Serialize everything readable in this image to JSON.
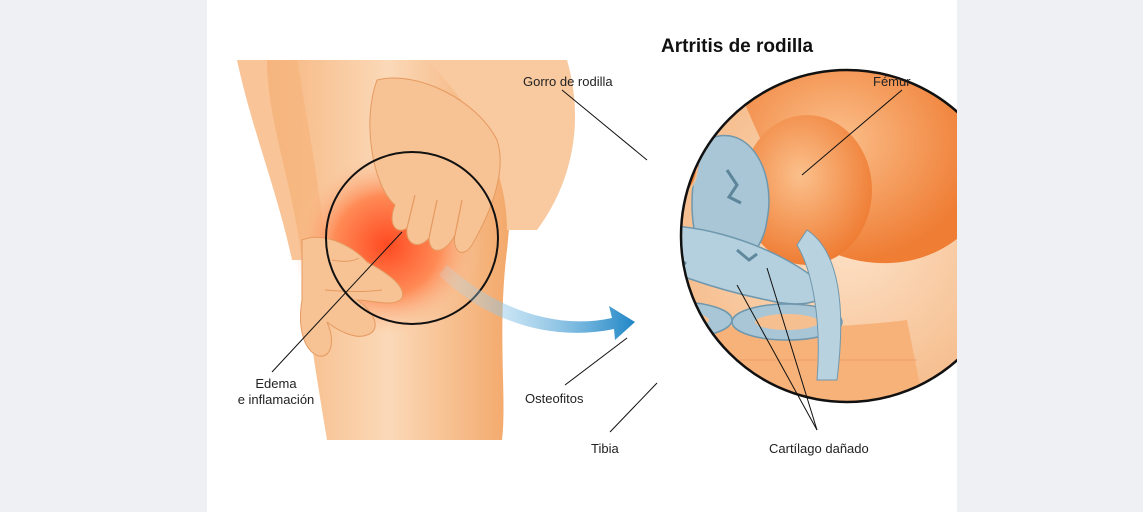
{
  "diagram": {
    "title": "Artritis de rodilla",
    "labels": {
      "kneecap": "Gorro de rodilla",
      "femur": "Fémur",
      "swelling_line1": "Edema",
      "swelling_line2": "e inflamación",
      "osteophytes": "Osteofitos",
      "tibia": "Tibia",
      "cartilage": "Cartílago dañado"
    },
    "colors": {
      "skin": "#f7c79a",
      "skin_dark": "#f0a566",
      "inflammation": "#ff5a2e",
      "bone": "#f58c45",
      "cartilage": "#a8c6d6",
      "arrow": "#1f86c6",
      "outline": "#111111"
    }
  }
}
